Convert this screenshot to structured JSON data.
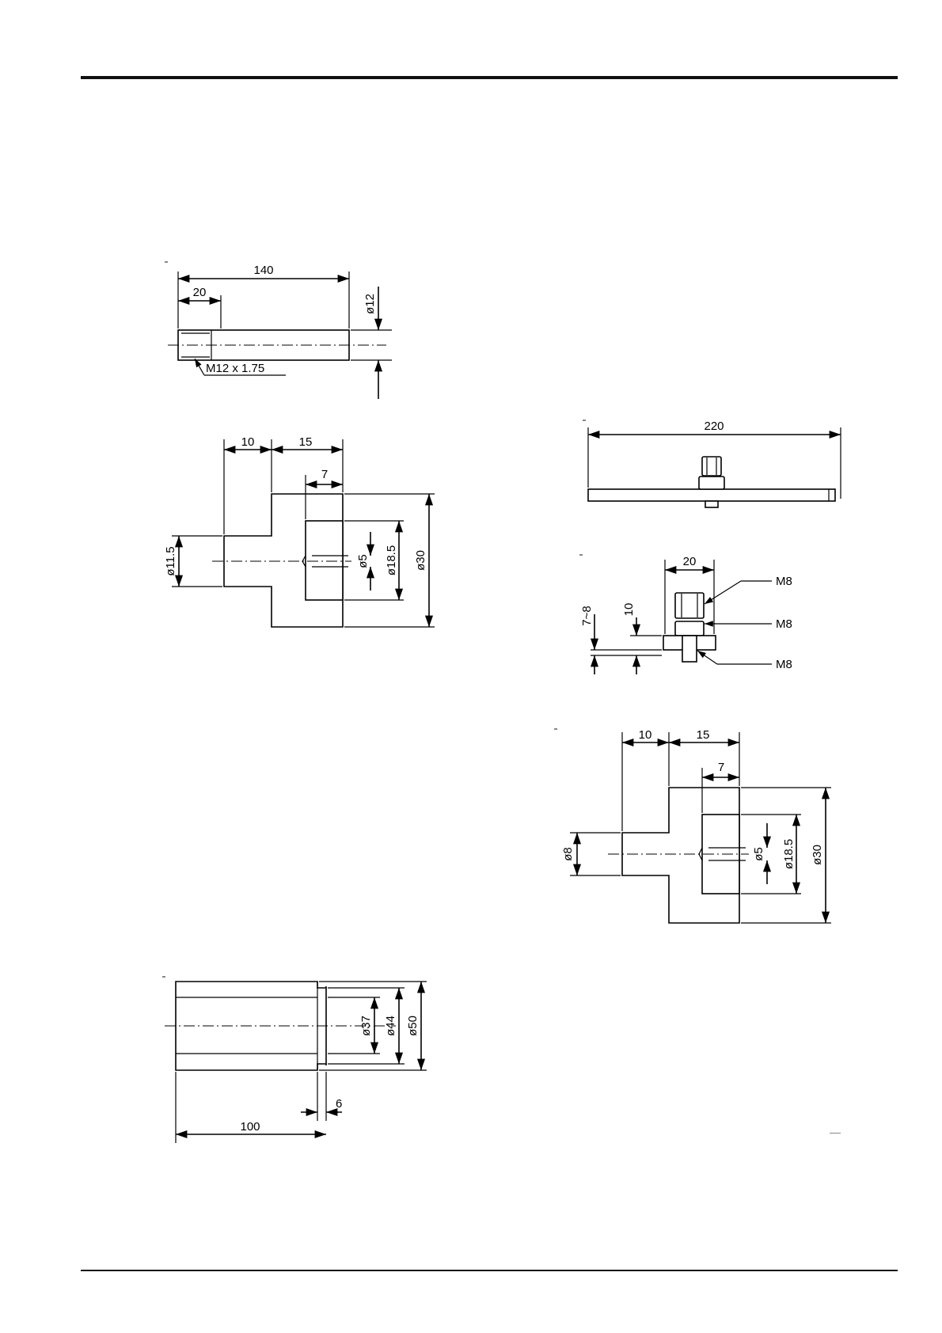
{
  "figures": {
    "shaft_tool": {
      "dim_overall_length": "140",
      "dim_thread_length": "20",
      "dim_diameter": "ø12",
      "thread_callout": "M12 x 1.75"
    },
    "stepped_plug_a": {
      "dim_shank": "10",
      "dim_head": "15",
      "dim_recess": "7",
      "dim_shank_dia": "ø11.5",
      "dim_hole_dia": "ø5",
      "dim_recess_dia": "ø18.5",
      "dim_outer_dia": "ø30"
    },
    "plate_assembly": {
      "dim_length": "220"
    },
    "bolt_detail": {
      "dim_width": "20",
      "dim_plate_gap": "7~8",
      "dim_height": "10",
      "callout_top": "M8",
      "callout_middle": "M8",
      "callout_bottom": "M8"
    },
    "stepped_plug_b": {
      "dim_shank": "10",
      "dim_head": "15",
      "dim_recess": "7",
      "dim_shank_dia": "ø8",
      "dim_hole_dia": "ø5",
      "dim_recess_dia": "ø18.5",
      "dim_outer_dia": "ø30"
    },
    "sleeve": {
      "dim_inner_dia": "ø37",
      "dim_step_dia": "ø44",
      "dim_outer_dia": "ø50",
      "dim_step": "6",
      "dim_length": "100"
    }
  }
}
